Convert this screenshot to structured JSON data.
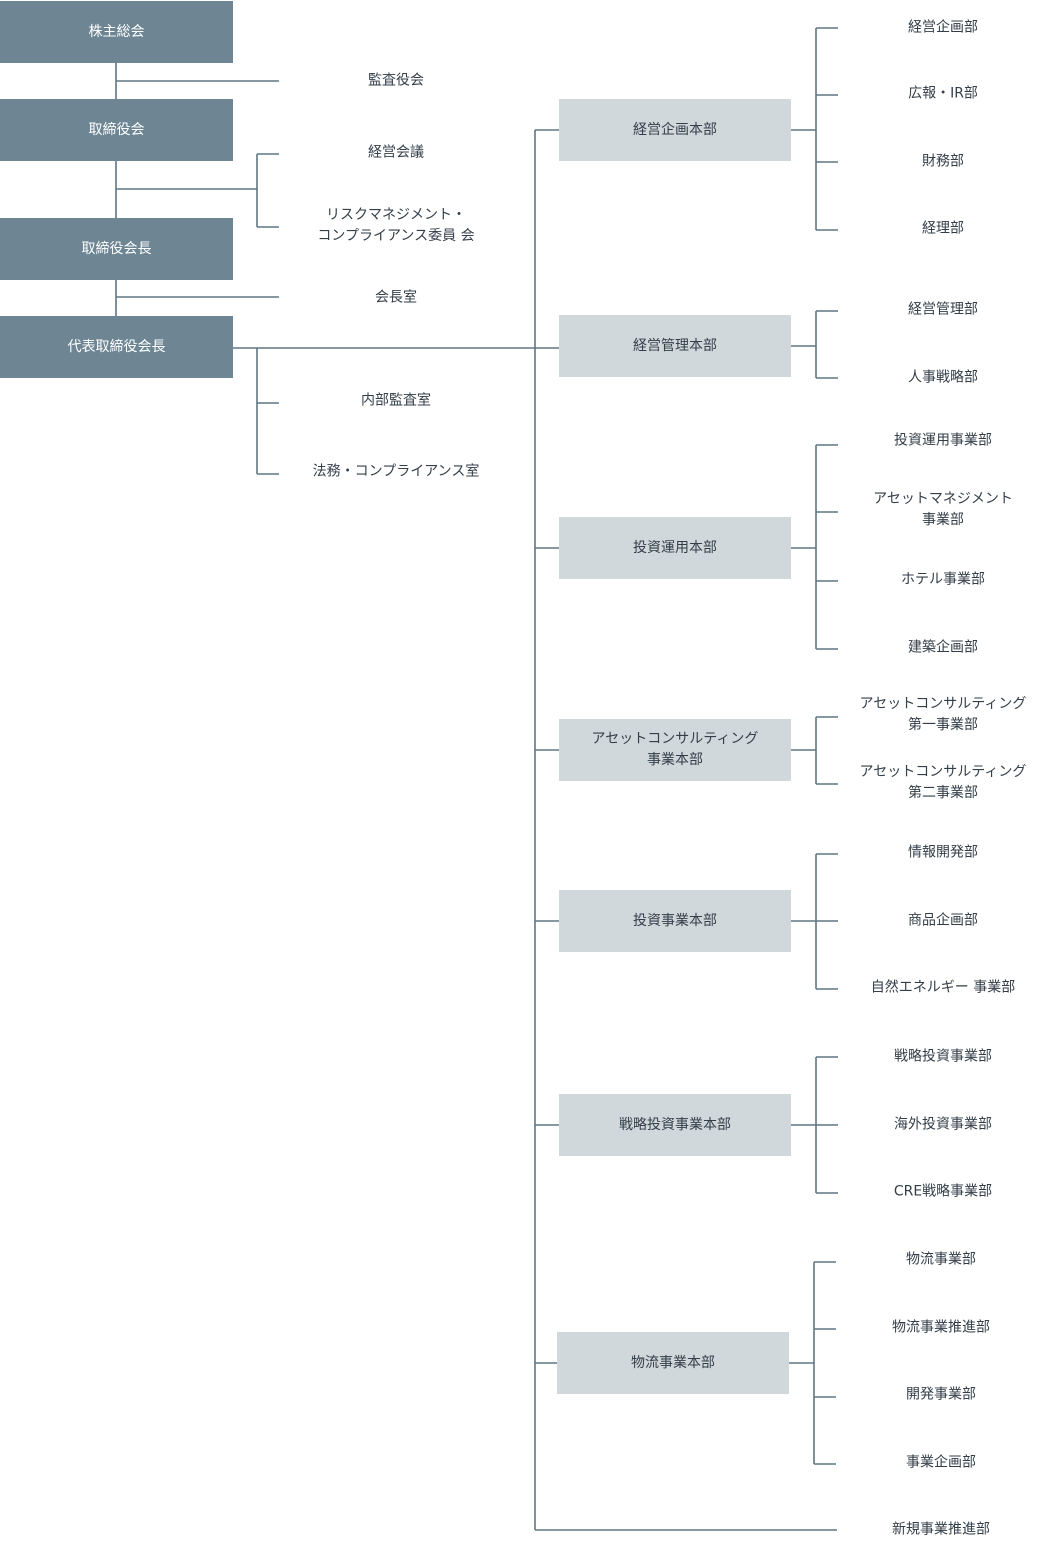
{
  "executive": {
    "shareholders_meeting": "株主総会",
    "board_of_directors": "取締役会",
    "chairman": "取締役会長",
    "ceo": "代表取締役会長"
  },
  "side": {
    "audit_board": "監査役会",
    "management_meeting": "経営会議",
    "risk_committee_line1": "リスクマネジメント・",
    "risk_committee_line2": "コンプライアンス委員 会",
    "chairman_office": "会長室",
    "internal_audit": "内部監査室",
    "legal_compliance": "法務・コンプライアンス室"
  },
  "divisions": {
    "d1": {
      "name": "経営企画本部",
      "departments": [
        "経営企画部",
        "広報・IR部",
        "財務部",
        "経理部"
      ]
    },
    "d2": {
      "name": "経営管理本部",
      "departments": [
        "経営管理部",
        "人事戦略部"
      ]
    },
    "d3": {
      "name": "投資運用本部",
      "departments": [
        "投資運用事業部",
        "アセットマネジメント",
        "事業部",
        "ホテル事業部",
        "建築企画部"
      ]
    },
    "d4": {
      "name_line1": "アセットコンサルティング",
      "name_line2": "事業本部",
      "departments": [
        "アセットコンサルティング",
        "第一事業部",
        "アセットコンサルティング",
        "第二事業部"
      ]
    },
    "d5": {
      "name": "投資事業本部",
      "departments": [
        "情報開発部",
        "商品企画部",
        "自然エネルギー 事業部"
      ]
    },
    "d6": {
      "name": "戦略投資事業本部",
      "departments": [
        "戦略投資事業部",
        "海外投資事業部",
        "CRE戦略事業部"
      ]
    },
    "d7": {
      "name": "物流事業本部",
      "departments": [
        "物流事業部",
        "物流事業推進部",
        "開発事業部",
        "事業企画部"
      ]
    }
  },
  "standalone": {
    "new_business": "新規事業推進部"
  },
  "colors": {
    "executive_box": "#6e8694",
    "division_box": "#d1d8dc",
    "connector": "#5f7684",
    "text": "#333e48"
  }
}
